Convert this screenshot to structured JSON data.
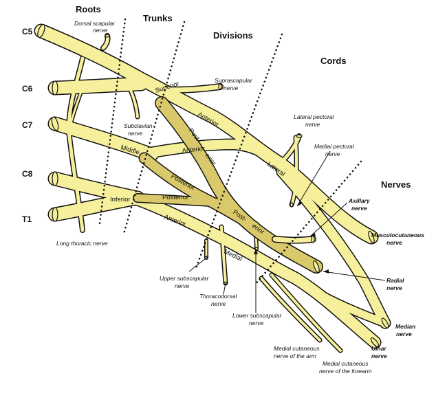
{
  "headers": {
    "roots": "Roots",
    "trunks": "Trunks",
    "divisions": "Divisions",
    "cords": "Cords",
    "nerves": "Nerves"
  },
  "roots": [
    "C5",
    "C6",
    "C7",
    "C8",
    "T1"
  ],
  "segments": {
    "superior": "Superior",
    "middle": "Middle",
    "inferior": "Inferior",
    "anterior_1": "Anterior",
    "anterior_2": "Anterior",
    "anterior_3": "Anterior",
    "posterior_1": "Posterior",
    "posterior_2": "Posterior",
    "post_1a": "Post-",
    "post_1b": "erior",
    "post_2a": "Post-",
    "post_2b": "erior",
    "lateral": "Lateral",
    "medial": "Medial"
  },
  "labels": {
    "dorsal_scapular_1": "Dorsal scapular",
    "dorsal_scapular_2": "nerve",
    "suprascapular_1": "Suprascapular",
    "suprascapular_2": "nerve",
    "subclavian_1": "Subclavian",
    "subclavian_2": "nerve",
    "lateral_pectoral_1": "Lateral pectoral",
    "lateral_pectoral_2": "nerve",
    "medial_pectoral_1": "Medial pectoral",
    "medial_pectoral_2": "nerve",
    "long_thoracic": "Long thoracic nerve",
    "upper_subscapular_1": "Upper subscapular",
    "upper_subscapular_2": "nerve",
    "thoracodorsal_1": "Thoracodorsal",
    "thoracodorsal_2": "nerve",
    "lower_subscapular_1": "Lower subscapular",
    "lower_subscapular_2": "nerve",
    "medial_cut_arm_1": "Medial cutaneous",
    "medial_cut_arm_2": "nerve of the arm",
    "medial_cut_forearm_1": "Medial cutaneous",
    "medial_cut_forearm_2": "nerve of the forearm"
  },
  "terminal": {
    "axillary_1": "Axillary",
    "axillary_2": "nerve",
    "musculocutaneous_1": "Musculocutaneous",
    "musculocutaneous_2": "nerve",
    "radial_1": "Radial",
    "radial_2": "nerve",
    "median_1": "Median",
    "median_2": "nerve",
    "ulnar_1": "Ulnar",
    "ulnar_2": "nerve"
  },
  "colors": {
    "nerve_fill": "#f6ef9b",
    "posterior_fill": "#d9c96a",
    "outline": "#111111",
    "background": "#ffffff"
  }
}
